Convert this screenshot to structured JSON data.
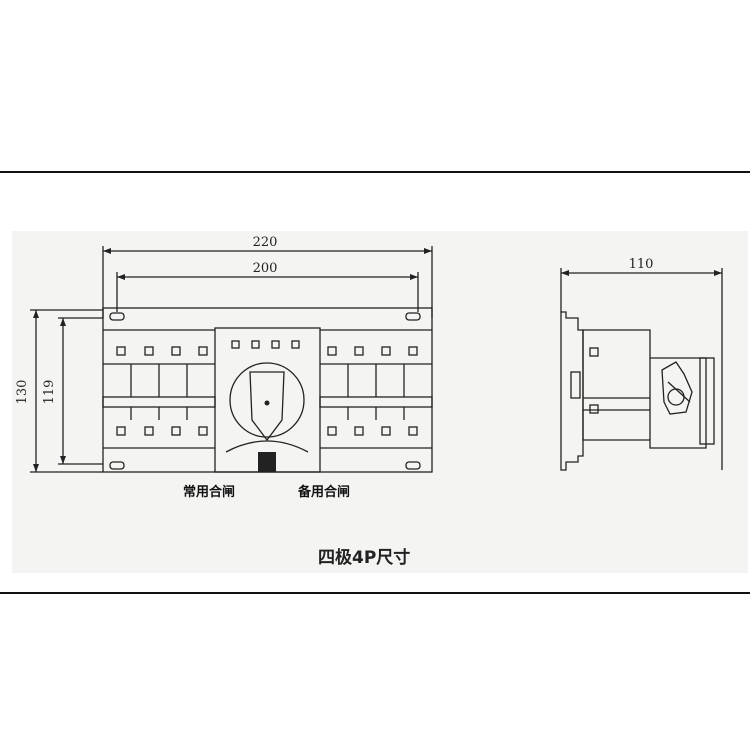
{
  "dimensions": {
    "front_overall_width": "220",
    "front_mount_width": "200",
    "front_overall_height": "130",
    "front_mount_height": "119",
    "side_depth": "110"
  },
  "labels": {
    "normal_close": "常用合闸",
    "standby_close": "备用合闸"
  },
  "caption": "四极4P尺寸"
}
